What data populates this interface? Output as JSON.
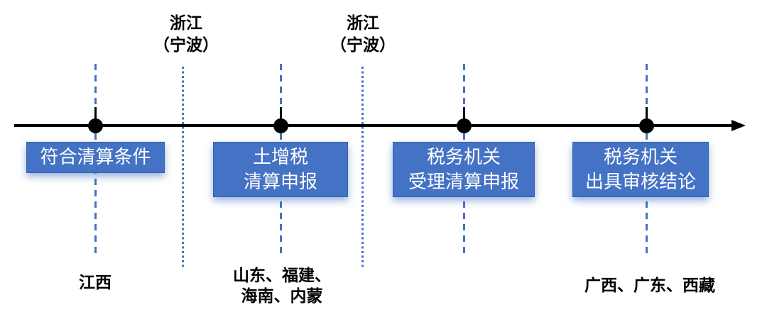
{
  "diagram": {
    "accent_color": "#4472C4",
    "axis_color": "#000000",
    "region_checkpoints": [
      {
        "label_lines": [
          "浙江",
          "（宁波）"
        ]
      },
      {
        "label_lines": [
          "浙江",
          "（宁波）"
        ]
      }
    ],
    "stages": [
      {
        "box_lines": [
          "符合清算条件"
        ],
        "regions_below_lines": [
          "江西"
        ]
      },
      {
        "box_lines": [
          "土增税",
          "清算申报"
        ],
        "regions_below_lines": [
          "山东、福建、",
          "海南、内蒙"
        ]
      },
      {
        "box_lines": [
          "税务机关",
          "受理清算申报"
        ],
        "regions_below_lines": []
      },
      {
        "box_lines": [
          "税务机关",
          "出具审核结论"
        ],
        "regions_below_lines": [
          "广西、广东、西藏"
        ]
      }
    ]
  }
}
